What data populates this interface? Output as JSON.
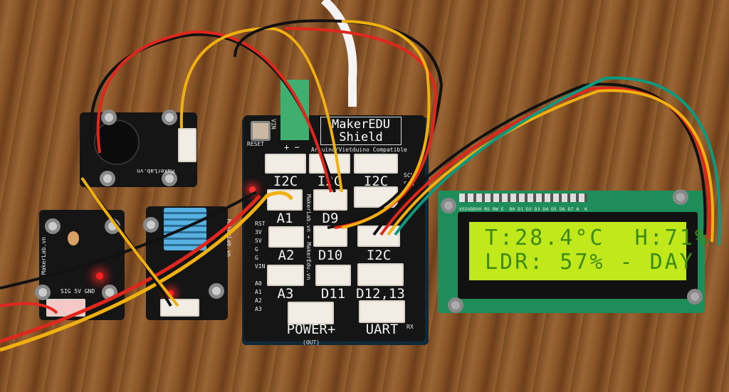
{
  "shield": {
    "title_line1": "MakerEDU",
    "title_line2": "Shield",
    "subtitle": "Arduino/Vietduino Compatible",
    "reset_label": "RESET",
    "vin_label": "VIN",
    "plus_minus": "+  −",
    "side_text": "MakerLab.vn + MakerEdu.vn",
    "ports": [
      "I2C",
      "I2C",
      "I2C",
      "A1",
      "D9",
      "A2",
      "D10",
      "I2C",
      "A3",
      "D11",
      "D12,13",
      "POWER+",
      "UART"
    ],
    "power_sub": "(OUT)",
    "pin_labels": [
      "RST",
      "3V",
      "5V",
      "G",
      "G",
      "VIN",
      "A0",
      "A1",
      "A2",
      "A3"
    ],
    "scl": "SCL",
    "sda": "SDA",
    "rx": "RX"
  },
  "lcd": {
    "pin_header": "VSSVDDV0 RS RW E  D0 D1 D2 D3 D4 D5 D6 D7 A  K",
    "line1": "T:28.4°C  H:71%",
    "line2": "LDR: 57% - DAY",
    "backlight_color": "#c0e81a"
  },
  "modules": {
    "buzzer_label": "MakerLab.vn",
    "ldr_label": "MakerLab.vn",
    "ldr_pins": "SIG 5V GND",
    "dht_label": "MakerLab.vn"
  }
}
